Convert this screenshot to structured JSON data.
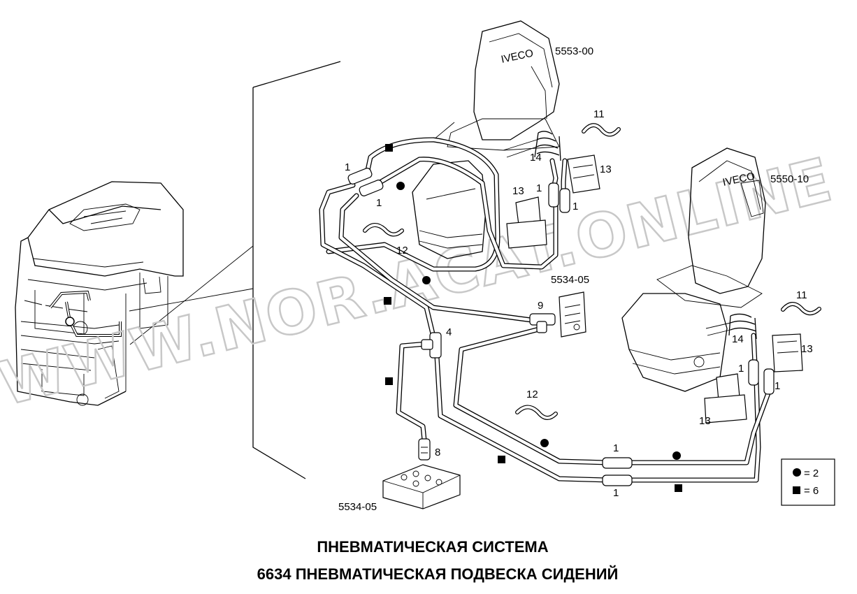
{
  "title": {
    "line1": "ПНЕВМАТИЧЕСКАЯ СИСТЕМА",
    "line2": "6634  ПНЕВМАТИЧЕСКАЯ ПОДВЕСКА СИДЕНИЙ"
  },
  "watermark": "WWW.NOR.ACAT.ONLINE",
  "components": {
    "seat_top": "5553-00",
    "seat_right": "5550-10",
    "valve_right": "5534-05",
    "valve_bottom": "5534-05"
  },
  "callouts": {
    "c1a": "1",
    "c1b": "1",
    "c1c": "1",
    "c1d": "1",
    "c1e": "1",
    "c1f": "1",
    "c1g": "1",
    "c1h": "1",
    "c4": "4",
    "c8": "8",
    "c9": "9",
    "c11a": "11",
    "c11b": "11",
    "c12a": "12",
    "c12b": "12",
    "c13a": "13",
    "c13b": "13",
    "c13c": "13",
    "c13d": "13",
    "c14a": "14",
    "c14b": "14"
  },
  "legend": {
    "circle_value": "= 2",
    "square_value": "= 6"
  },
  "brand_text": {
    "seat_top": "IVECO",
    "seat_right": "IVECO"
  }
}
